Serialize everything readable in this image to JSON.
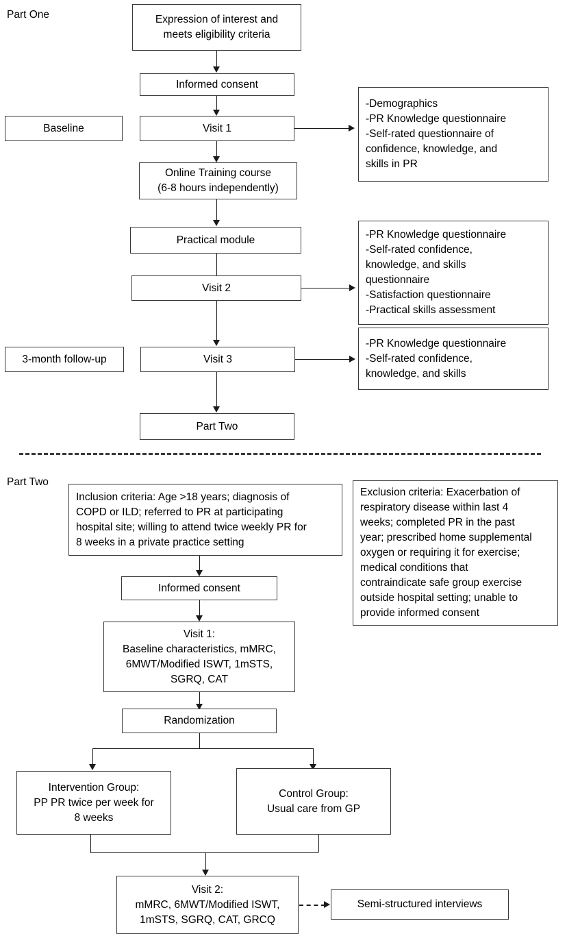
{
  "figure": {
    "type": "flowchart",
    "title": "Study flow diagram - Part One and Part Two",
    "colors": {
      "box_border": "#3a3a3a",
      "connector": "#1a1a1a",
      "background": "#ffffff",
      "text": "#000000"
    }
  },
  "part_one": {
    "label": "Part One",
    "stage_labels": {
      "baseline": "Baseline",
      "follow_up": "3-month follow-up"
    },
    "nodes": {
      "eligibility": "Expression of interest and\nmeets eligibility criteria",
      "informed_consent": "Informed consent",
      "visit1": "Visit 1",
      "online_course": "Online Training course\n(6-8 hours independently)",
      "practical_module": "Practical module",
      "visit2": "Visit 2",
      "visit3": "Visit 3",
      "part_two_node": "Part Two"
    },
    "outcome_boxes": {
      "visit1_outcomes": "-Demographics\n-PR Knowledge questionnaire\n-Self-rated questionnaire of\nconfidence, knowledge, and\nskills in PR",
      "visit2_outcomes": "-PR Knowledge questionnaire\n-Self-rated confidence,\nknowledge, and skills\nquestionnaire\n-Satisfaction questionnaire\n-Practical skills assessment",
      "visit3_outcomes": "-PR Knowledge questionnaire\n-Self-rated confidence,\nknowledge, and skills"
    }
  },
  "part_two": {
    "label": "Part Two",
    "nodes": {
      "inclusion": "Inclusion criteria: Age >18 years; diagnosis of\nCOPD or ILD; referred to PR at participating\nhospital site; willing to attend twice weekly PR for\n8 weeks in a private practice setting",
      "exclusion": "Exclusion criteria: Exacerbation of\nrespiratory disease within last 4\nweeks; completed PR in the past\nyear; prescribed home supplemental\noxygen or requiring it for exercise;\nmedical conditions that\ncontraindicate safe group exercise\noutside hospital setting; unable to\nprovide informed consent",
      "informed_consent": "Informed consent",
      "visit1": "Visit 1:\nBaseline characteristics, mMRC,\n6MWT/Modified ISWT, 1mSTS,\nSGRQ, CAT",
      "randomization": "Randomization",
      "intervention_group": "Intervention Group:\nPP PR twice per week for\n8 weeks",
      "control_group": "Control Group:\nUsual care from GP",
      "visit2": "Visit 2:\nmMRC, 6MWT/Modified ISWT,\n1mSTS, SGRQ, CAT, GRCQ",
      "interviews": "Semi-structured interviews"
    }
  }
}
